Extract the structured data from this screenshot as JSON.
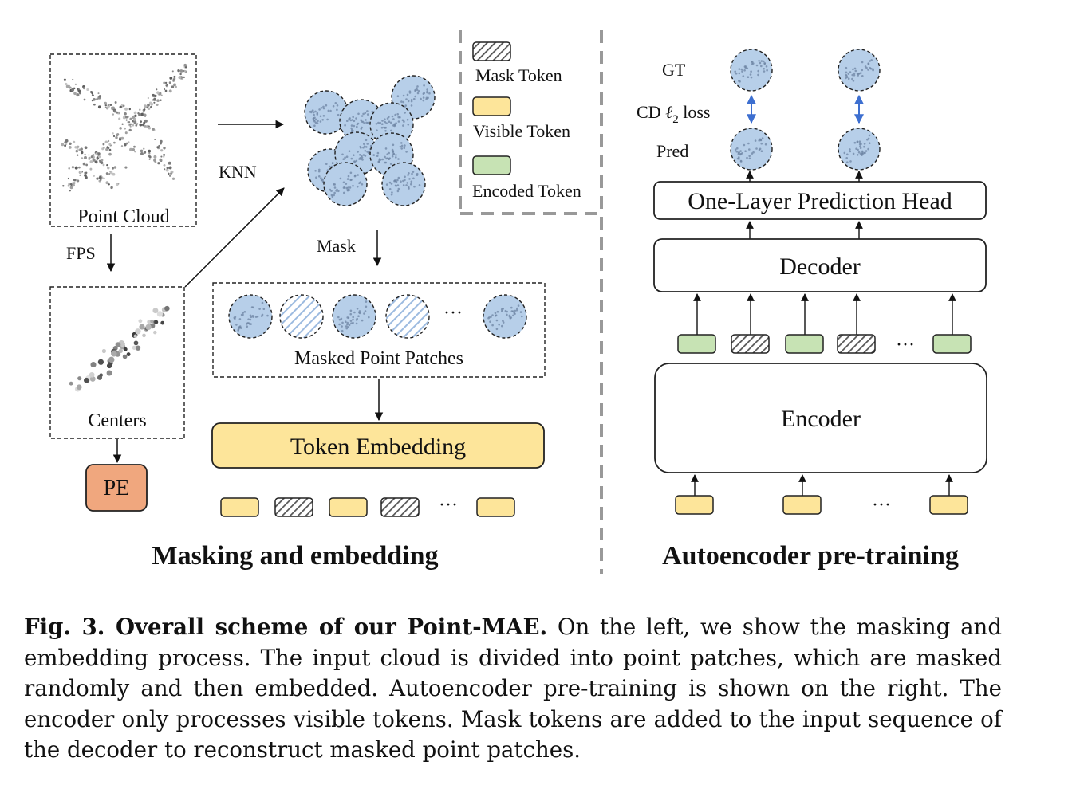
{
  "left_section": {
    "title": "Masking and embedding",
    "point_cloud_label": "Point Cloud",
    "fps_label": "FPS",
    "knn_label": "KNN",
    "centers_label": "Centers",
    "pe_label": "PE",
    "mask_label": "Mask",
    "masked_patches_label": "Masked Point Patches",
    "token_embedding_label": "Token Embedding",
    "ellipsis": "···"
  },
  "legend": {
    "mask_token": "Mask Token",
    "visible_token": "Visible Token",
    "encoded_token": "Encoded Token"
  },
  "right_section": {
    "title": "Autoencoder pre-training",
    "gt_label": "GT",
    "loss_label_prefix": "CD ",
    "loss_label_ell": "ℓ",
    "loss_label_sub": "2",
    "loss_label_suffix": " loss",
    "pred_label": "Pred",
    "prediction_head_label": "One-Layer Prediction Head",
    "decoder_label": "Decoder",
    "encoder_label": "Encoder",
    "ellipsis": "···"
  },
  "caption": {
    "bold": "Fig. 3. Overall scheme of our Point-MAE.",
    "text": " On the left, we show the masking and embedding process. The input cloud is divided into point patches, which are masked randomly and then embedded. Autoencoder pre-training is shown on the right. The encoder only processes visible tokens. Mask tokens are added to the input sequence of the decoder to reconstruct masked point patches."
  },
  "colors": {
    "visible_token": "#fde59a",
    "encoded_token": "#c7e3b4",
    "patch_fill": "#b7cfe9",
    "pe_fill": "#f0a77e",
    "token_embedding_fill": "#fde59a",
    "arrow_blue": "#3d6fd0",
    "separator": "#999999"
  }
}
